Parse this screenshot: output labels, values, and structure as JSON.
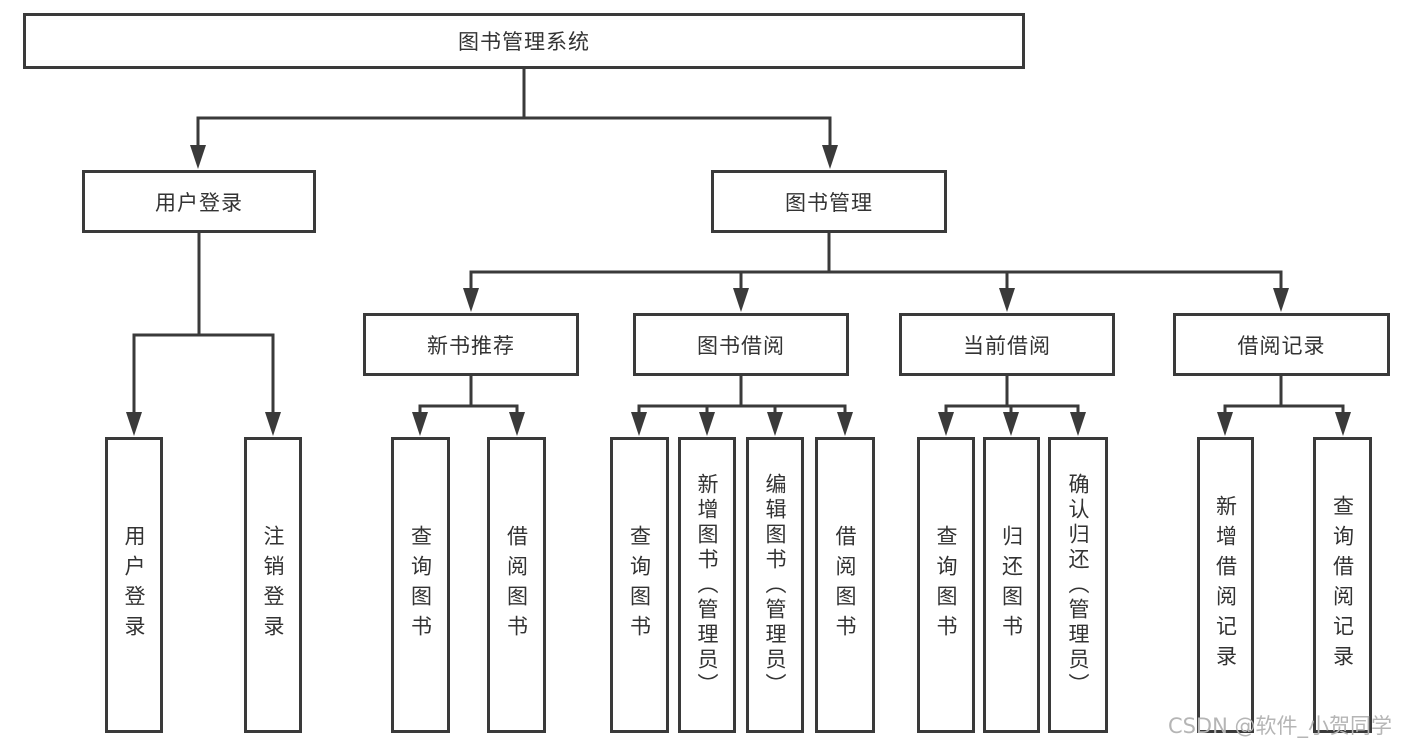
{
  "diagram": {
    "title": "图书管理系统",
    "nodes": {
      "root": "图书管理系统",
      "user_login": "用户登录",
      "book_mgmt": "图书管理",
      "new_book": "新书推荐",
      "book_borrow": "图书借阅",
      "current_borrow": "当前借阅",
      "borrow_record": "借阅记录",
      "leaf_user_login": "用户登录",
      "leaf_logout": "注销登录",
      "leaf_nb_query": "查询图书",
      "leaf_nb_borrow": "借阅图书",
      "leaf_bb_query": "查询图书",
      "leaf_bb_add": "新增图书（管理员）",
      "leaf_bb_edit": "编辑图书（管理员）",
      "leaf_bb_borrow": "借阅图书",
      "leaf_cb_query": "查询图书",
      "leaf_cb_return": "归还图书",
      "leaf_cb_confirm": "确认归还（管理员）",
      "leaf_br_add": "新增借阅记录",
      "leaf_br_query": "查询借阅记录"
    },
    "structure": {
      "图书管理系统": [
        "用户登录",
        "图书管理"
      ],
      "用户登录": [
        "用户登录",
        "注销登录"
      ],
      "图书管理": [
        "新书推荐",
        "图书借阅",
        "当前借阅",
        "借阅记录"
      ],
      "新书推荐": [
        "查询图书",
        "借阅图书"
      ],
      "图书借阅": [
        "查询图书",
        "新增图书（管理员）",
        "编辑图书（管理员）",
        "借阅图书"
      ],
      "当前借阅": [
        "查询图书",
        "归还图书",
        "确认归还（管理员）"
      ],
      "借阅记录": [
        "新增借阅记录",
        "查询借阅记录"
      ]
    },
    "colors": {
      "line": "#3a3a3a",
      "text": "#333333",
      "box_fill": "#ffffff",
      "watermark": "#b5b5b5"
    }
  },
  "watermark": "CSDN @软件_小贺同学"
}
